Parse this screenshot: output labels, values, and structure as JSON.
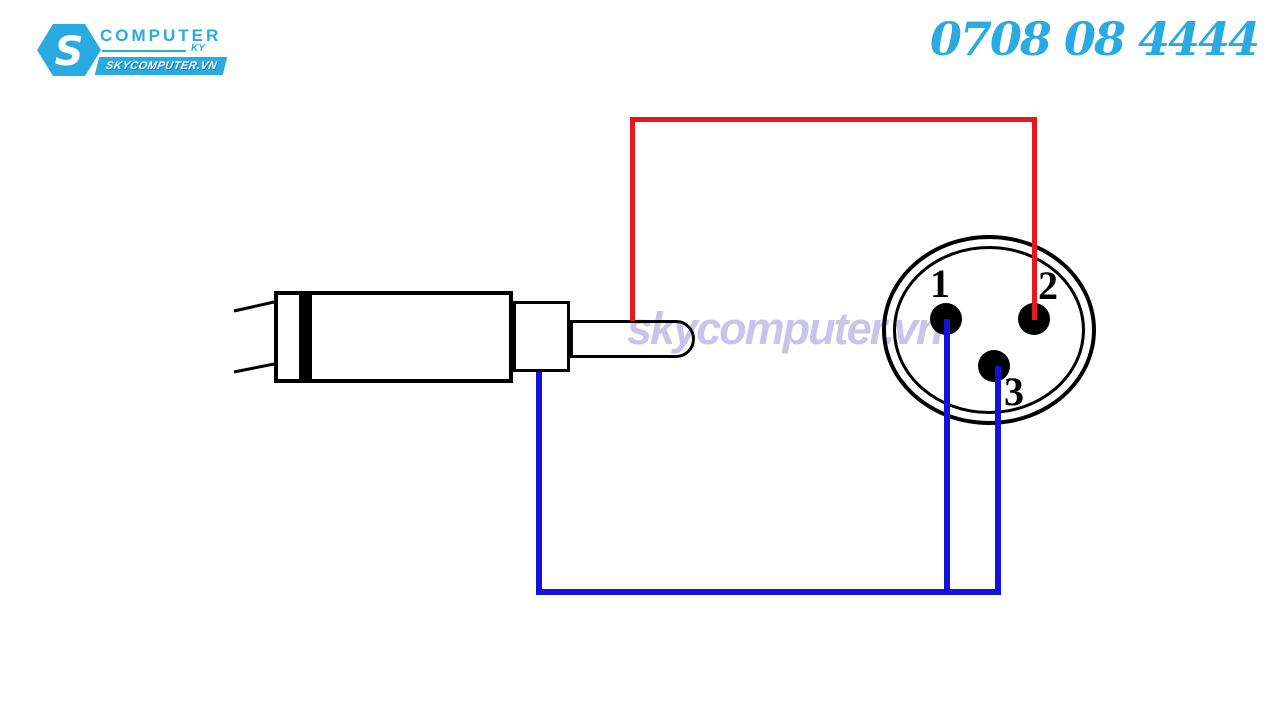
{
  "colors": {
    "brand": "#29abe2",
    "wire-hot": "#e8161d",
    "wire-ground": "#1212d9",
    "outline": "#000000",
    "watermark": "#c8c5ec"
  },
  "header": {
    "logo": {
      "monogram": "S",
      "title": "COMPUTER",
      "suffix": "KY",
      "banner": "SKYCOMPUTER.VN"
    },
    "phone": "0708 08 4444"
  },
  "watermark_text": "skycomputer.vn",
  "xlr": {
    "pins": [
      {
        "label": "1"
      },
      {
        "label": "2"
      },
      {
        "label": "3"
      }
    ]
  }
}
